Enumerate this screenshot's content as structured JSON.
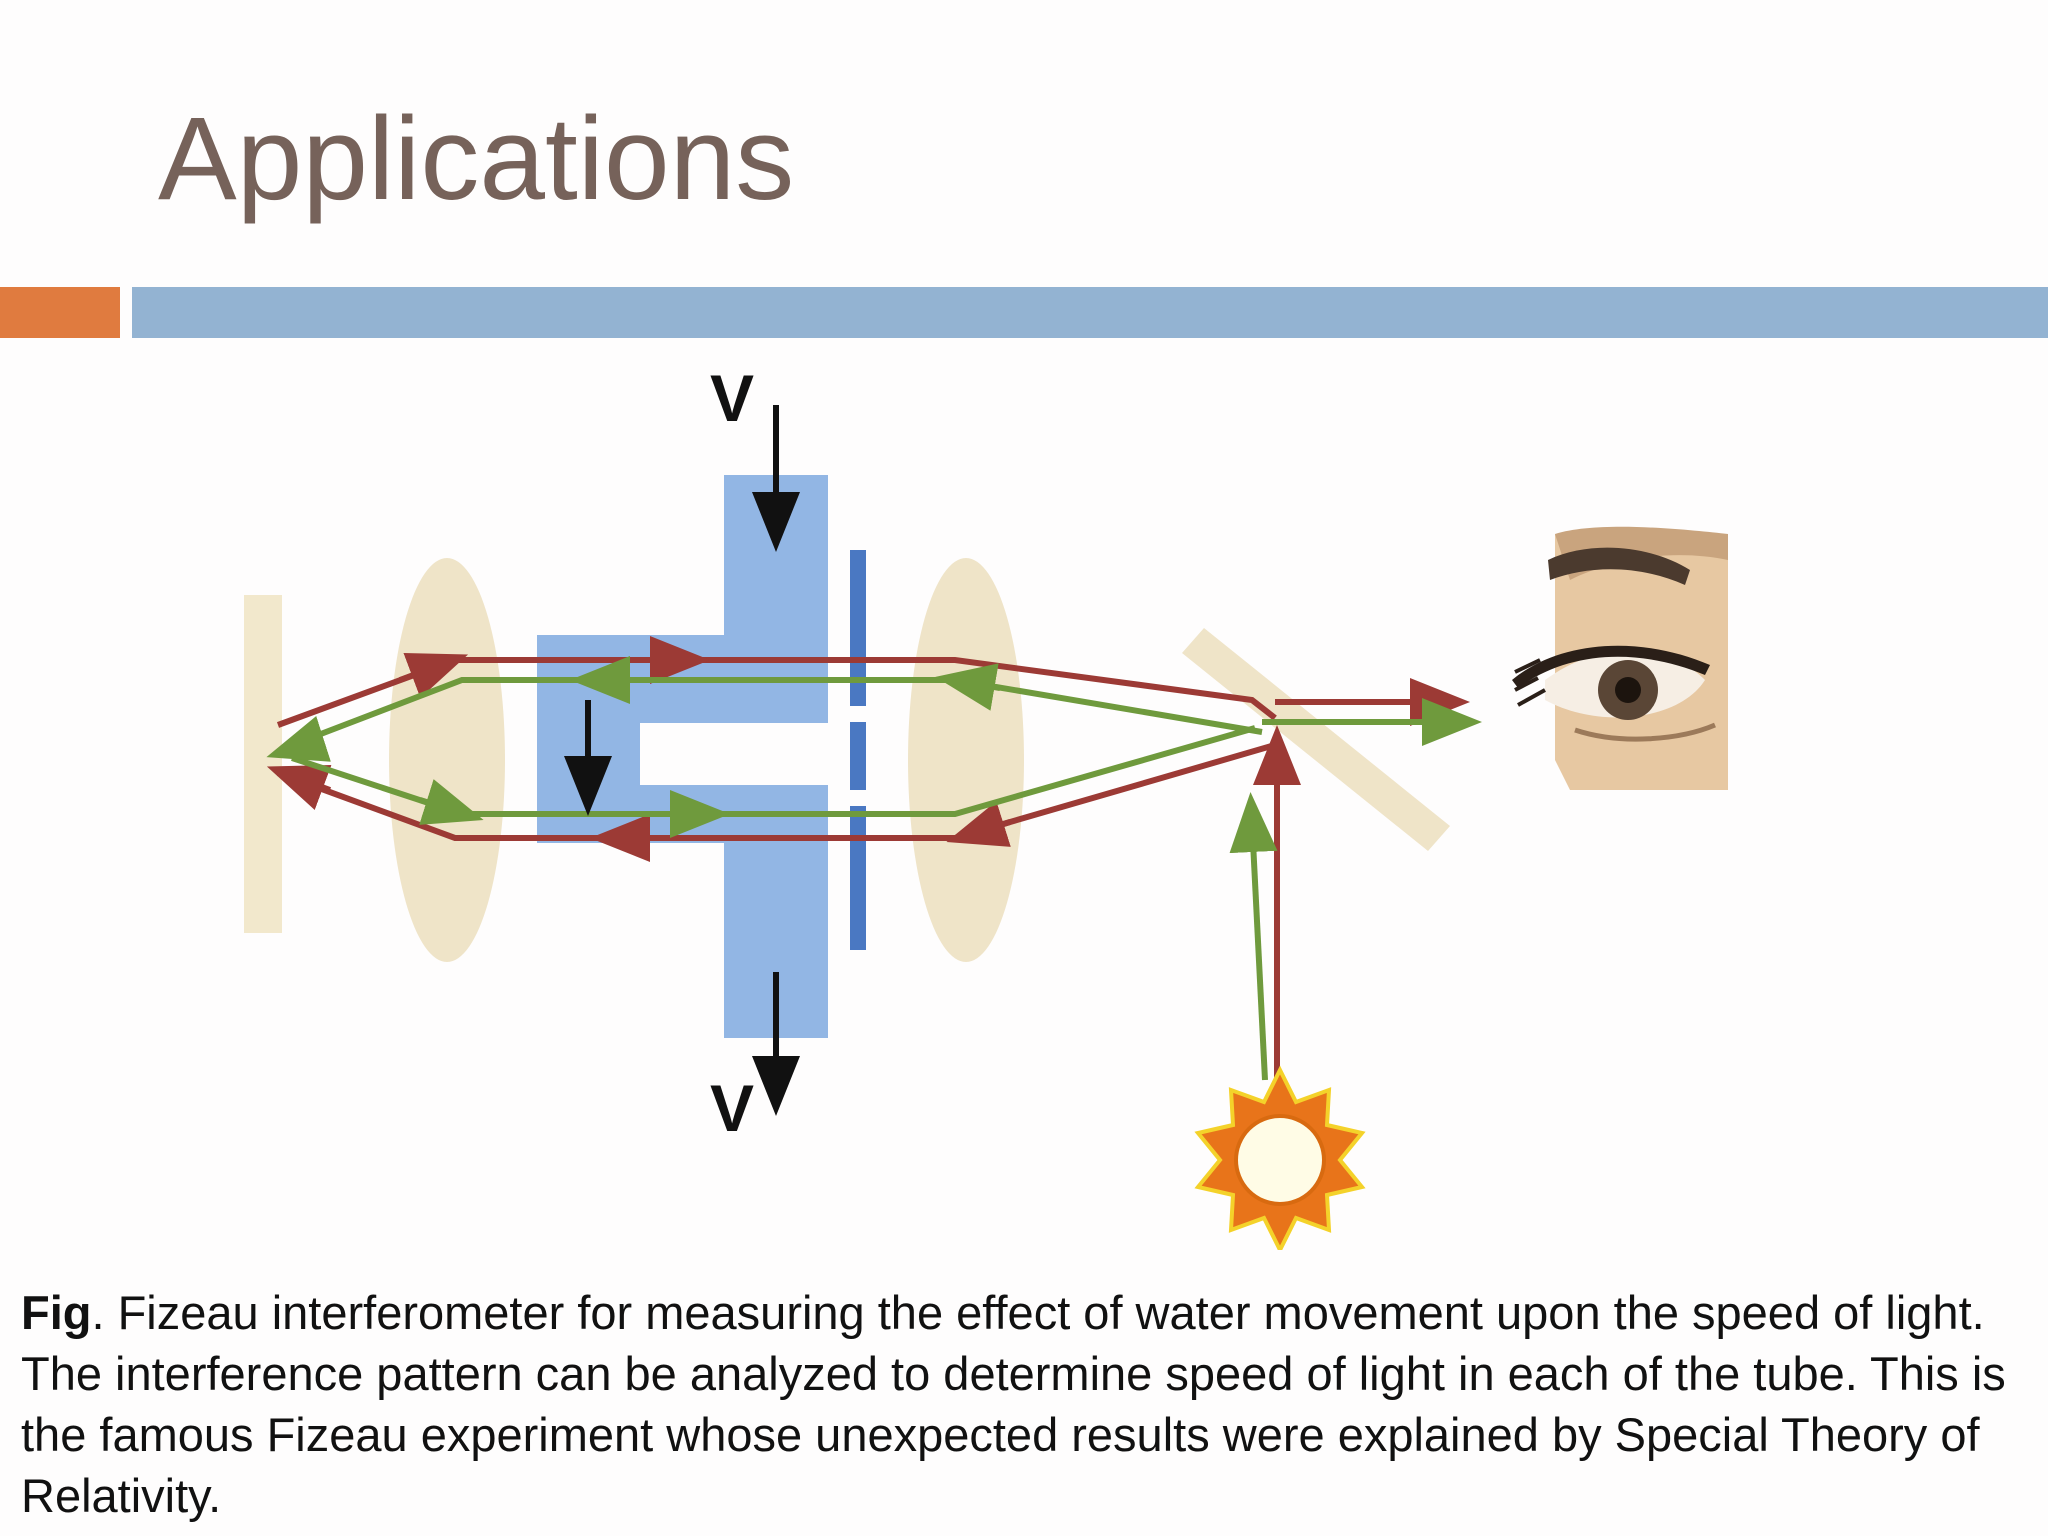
{
  "slide": {
    "title": "Applications",
    "accent_colors": {
      "title": "#76625a",
      "orange_bar": "#e07b3f",
      "blue_bar": "#93b3d2"
    }
  },
  "diagram": {
    "velocity_label_top": "V",
    "velocity_label_bottom": "V",
    "colors": {
      "water": "#92b6e4",
      "red_beam": "#9c3a35",
      "green_beam": "#6f9a3d",
      "lens": "#efe4c8",
      "sun": "#e8741a"
    },
    "icons": [
      "eye-icon",
      "sun-icon"
    ]
  },
  "caption": {
    "lead": "Fig",
    "text": ". Fizeau interferometer for measuring the effect of water movement upon the speed of light. The interference pattern can be analyzed to determine speed of light in each of the tube. This is the famous Fizeau experiment whose unexpected results were explained by Special Theory of Relativity."
  }
}
